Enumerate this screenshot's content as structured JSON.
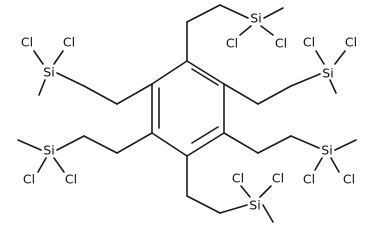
{
  "diagram": {
    "type": "chemical-structure",
    "colors": {
      "bond": "#1a1a1a",
      "label": "#111111",
      "background": "#ffffff"
    },
    "atom_labels": {
      "si": "Si",
      "cl": "Cl"
    }
  }
}
